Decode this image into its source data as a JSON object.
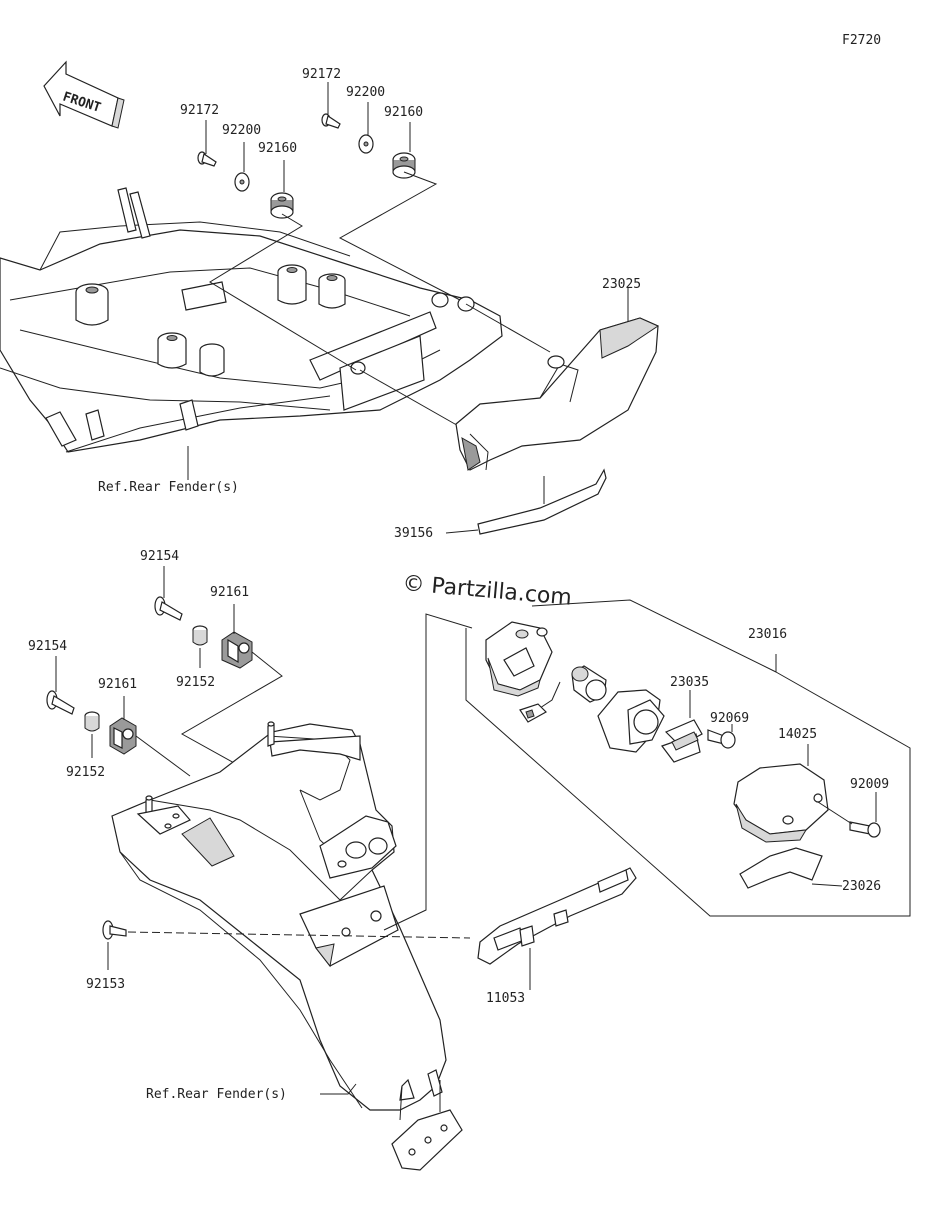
{
  "diagram": {
    "figure_id": "F2720",
    "front_label": "FRONT",
    "watermark": "© Partzilla.com",
    "ref_labels": {
      "upper": "Ref.Rear Fender(s)",
      "lower": "Ref.Rear Fender(s)"
    },
    "callouts": {
      "p92172_a": "92172",
      "p92200_a": "92200",
      "p92160_a": "92160",
      "p92172_b": "92172",
      "p92200_b": "92200",
      "p92160_b": "92160",
      "p23025": "23025",
      "p39156": "39156",
      "p92154_a": "92154",
      "p92161_a": "92161",
      "p92152_a": "92152",
      "p92154_b": "92154",
      "p92161_b": "92161",
      "p92152_b": "92152",
      "p23016": "23016",
      "p23035": "23035",
      "p92069": "92069",
      "p14025": "14025",
      "p92009": "92009",
      "p23026": "23026",
      "p92153": "92153",
      "p11053": "11053"
    }
  }
}
